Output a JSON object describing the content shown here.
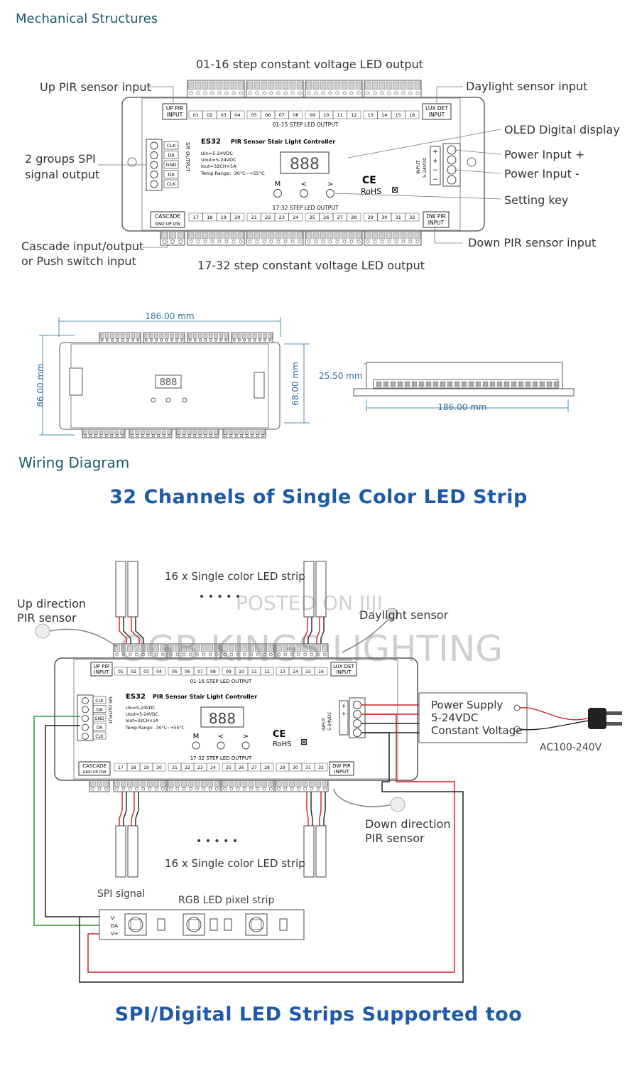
{
  "sections": {
    "mechanical": "Mechanical Structures",
    "wiring": "Wiring Diagram",
    "title_single": "32 Channels of Single Color LED Strip",
    "title_spi": "SPI/Digital LED Strips Supported too"
  },
  "mech_labels": {
    "top_output": "01-16 step constant voltage LED output",
    "bottom_output": "17-32 step constant voltage LED output",
    "up_pir": "Up PIR sensor input",
    "daylight": "Daylight sensor input",
    "oled": "OLED Digital display",
    "power_plus": "Power Input +",
    "power_minus": "Power Input -",
    "setting_key": "Setting key",
    "down_pir": "Down PIR sensor input",
    "spi_line1": "2 groups SPI",
    "spi_line2": "signal output",
    "cascade_line1": "Cascade input/output",
    "cascade_line2": "or Push switch input"
  },
  "device": {
    "up_pir_line1": "UP PIR",
    "up_pir_line2": "INPUT",
    "lux_line1": "LUX DET",
    "lux_line2": "INPUT",
    "dw_pir_line1": "DW PIR",
    "dw_pir_line2": "INPUT",
    "cascade": "CASCADE",
    "cascade_pins": "GND UP DW",
    "top_step_label": "01-16 STEP LED OUTPUT",
    "top_step_label_mech": "01-15 STEP LED OUTPUT",
    "bottom_step_label": "17-32 STEP LED OUTPUT",
    "model": "ES32",
    "model_desc": "PIR Sensor Stair Light Controller",
    "spec_uin": "Uin=5-24VDC",
    "spec_uout": "Uout=5-24VDC",
    "spec_iout": "Iout=32CH×1A",
    "spec_temp": "Temp Range: -30°C~+55°C",
    "spi_output": "SPI OUTPUT",
    "spi_pins": [
      "CLK",
      "DA",
      "GND",
      "DA",
      "CLK"
    ],
    "input_label": "INPUT",
    "input_voltage": "5-24VDC",
    "key_m": "M",
    "key_left": "<",
    "key_right": ">",
    "ce": "CE",
    "rohs": "RoHS",
    "display": "888",
    "top_channels": [
      "01",
      "02",
      "03",
      "04",
      "05",
      "06",
      "07",
      "08",
      "09",
      "10",
      "11",
      "12",
      "13",
      "14",
      "15",
      "16"
    ],
    "bottom_channels": [
      "17",
      "18",
      "19",
      "20",
      "21",
      "22",
      "23",
      "24",
      "25",
      "26",
      "27",
      "28",
      "29",
      "30",
      "31",
      "32"
    ]
  },
  "dimensions": {
    "width": "186.00 mm",
    "height_outer": "86.00 mm",
    "height_inner": "68.00 mm",
    "depth": "25.50 mm",
    "side_width": "186.00 mm"
  },
  "wiring_labels": {
    "strip_top": "16 x Single color LED strip",
    "strip_bottom": "16 x Single color LED strip",
    "up_pir_line1": "Up direction",
    "up_pir_line2": "PIR sensor",
    "daylight": "Daylight sensor",
    "down_pir_line1": "Down direction",
    "down_pir_line2": "PIR sensor",
    "ps_line1": "Power Supply",
    "ps_line2": "5-24VDC",
    "ps_line3": "Constant Voltage",
    "ac": "AC100-240V",
    "spi_signal": "SPI signal",
    "rgb_strip": "RGB LED pixel strip",
    "pin_vminus": "V-",
    "pin_da": "DA",
    "pin_vplus": "V+",
    "dots": "• • • • •"
  },
  "watermarks": {
    "posted": "POSTED ON JIJI",
    "company": "OGB KINGS LIGHTING"
  },
  "colors": {
    "section_heading": "#1c5a6e",
    "big_title": "#1e5aa8",
    "wire_red": "#d21f26",
    "wire_green": "#2a9a3c",
    "wire_black": "#222222",
    "device_stroke": "#555555",
    "dim_line": "#4a90b0"
  }
}
